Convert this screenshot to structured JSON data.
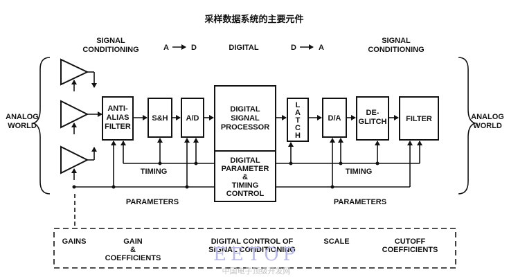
{
  "title": "采样数据系统的主要元件",
  "header": {
    "signal_conditioning_left": [
      "SIGNAL",
      "CONDITIONING"
    ],
    "a_to_d": {
      "from": "A",
      "to": "D"
    },
    "digital": "DIGITAL",
    "d_to_a": {
      "from": "D",
      "to": "A"
    },
    "signal_conditioning_right": [
      "SIGNAL",
      "CONDITIONING"
    ]
  },
  "analog_world_left": [
    "ANALOG",
    "WORLD"
  ],
  "analog_world_right": [
    "ANALOG",
    "WORLD"
  ],
  "blocks": {
    "anti_alias": [
      "ANTI-",
      "ALIAS",
      "FILTER"
    ],
    "sh": "S&H",
    "ad": "A/D",
    "dsp": [
      "DIGITAL",
      "SIGNAL",
      "PROCESSOR"
    ],
    "latch": [
      "L",
      "A",
      "T",
      "C",
      "H"
    ],
    "da": "D/A",
    "deglitch": [
      "DE-",
      "GLITCH"
    ],
    "filter": "FILTER",
    "param_timing": [
      "DIGITAL",
      "PARAMETER",
      "&",
      "TIMING",
      "CONTROL"
    ]
  },
  "timing_left": "TIMING",
  "timing_right": "TIMING",
  "parameters_left": "PARAMETERS",
  "parameters_right": "PARAMETERS",
  "legend": {
    "gains": "GAINS",
    "gain_coeff": [
      "GAIN",
      "&",
      "COEFFICIENTS"
    ],
    "digital_control": [
      "DIGITAL CONTROL OF",
      "SIGNAL CONDITIONING"
    ],
    "scale": "SCALE",
    "cutoff": [
      "CUTOFF",
      "COEFFICIENTS"
    ]
  },
  "watermark": {
    "main": "EETOP",
    "sub": "中国电子顶级开发网"
  }
}
